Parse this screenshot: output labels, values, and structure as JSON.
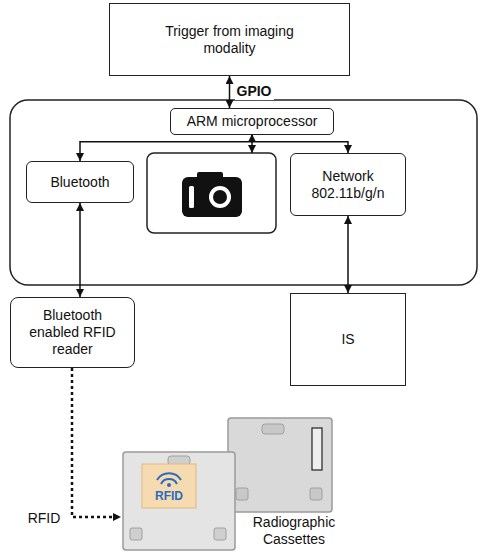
{
  "diagram": {
    "nodes": [
      {
        "text": [
          "Trigger from imaging modality"
        ]
      },
      {
        "text": [
          "ARM microprocessor"
        ]
      },
      {
        "text": [
          "Bluetooth"
        ]
      },
      {
        "text": [
          "Network 802.11b/g/n"
        ]
      },
      {
        "text": [
          "Bluetooth enabled RFID reader"
        ]
      },
      {
        "text": [
          "IS"
        ]
      }
    ],
    "edges": [
      {
        "from": 0,
        "to": 1,
        "label": "GPIO",
        "arrow": "both"
      },
      {
        "from": 1,
        "to": 2,
        "arrow": "to"
      },
      {
        "from": 1,
        "to": 3,
        "arrow": "to"
      },
      {
        "from": 2,
        "to": 4,
        "arrow": "both"
      },
      {
        "from": 3,
        "to": 5,
        "arrow": "both"
      }
    ],
    "labels": [
      "RFID",
      "RFID",
      "Radiographic Cassettes"
    ]
  }
}
